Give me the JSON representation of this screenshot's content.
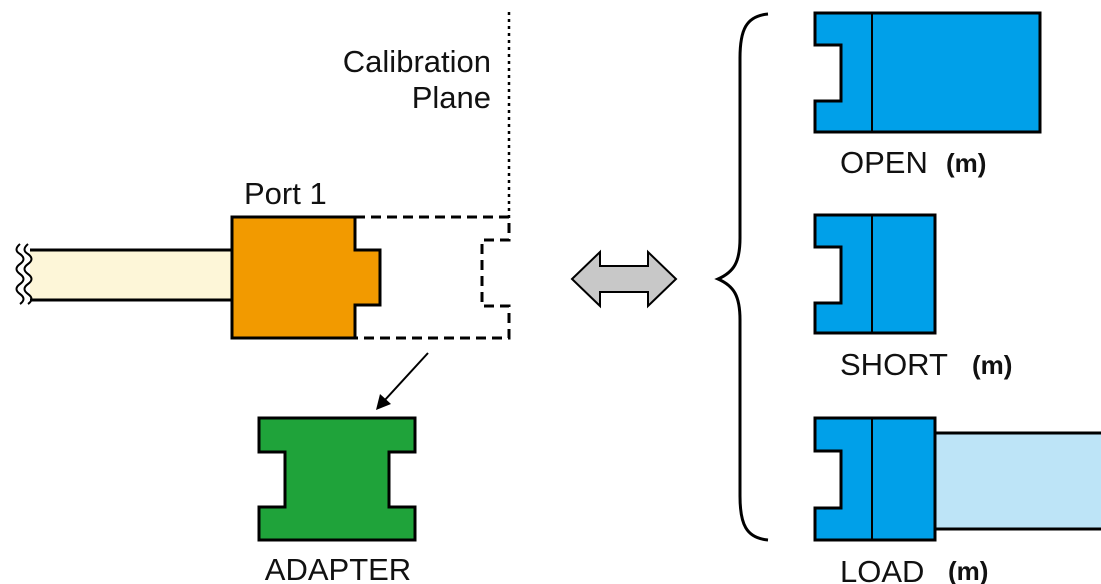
{
  "labels": {
    "calibration_line1": "Calibration",
    "calibration_line2": "Plane",
    "port": "Port 1",
    "adapter": "ADAPTER",
    "open": "OPEN",
    "short": "SHORT",
    "load": "LOAD",
    "gender": "(m)"
  },
  "colors": {
    "cable": "#fdf6d8",
    "port": "#f29a00",
    "adapter": "#1fa33a",
    "standard": "#00a0e9",
    "load_line": "#bde4f7",
    "double_arrow": "#c8c8c8",
    "outline": "#000000"
  },
  "icons": {
    "cable_break": "wavy-break-icon",
    "double_arrow": "double-arrow-icon",
    "brace": "curly-brace-icon"
  }
}
